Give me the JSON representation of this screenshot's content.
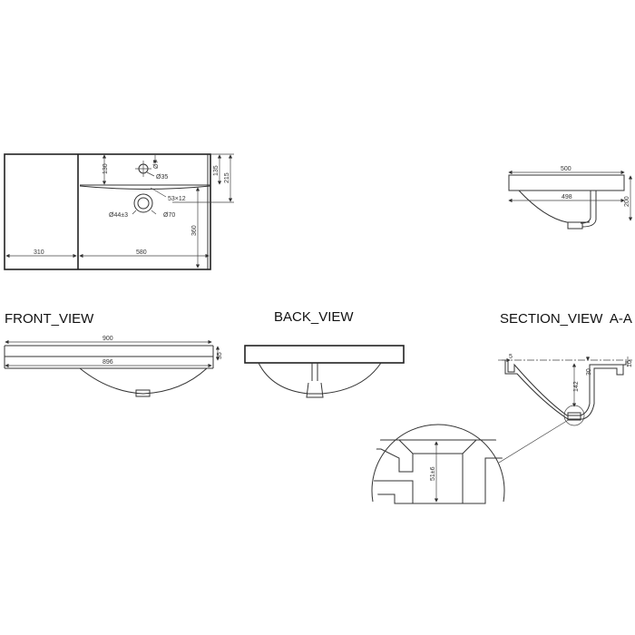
{
  "views": {
    "front_view_label": "FRONT_VIEW",
    "back_view_label": "BACK_VIEW",
    "section_view_label": "SECTION_VIEW  A-A"
  },
  "plan_dimensions": {
    "d130": "130",
    "d7": "Ø7",
    "d35": "Ø35",
    "d135": "135",
    "d215": "215",
    "d53x12": "53×12",
    "d44": "Ø44±3",
    "d70": "Ø70",
    "d360": "360",
    "d310": "310",
    "d580": "580"
  },
  "side_dimensions": {
    "d500": "500",
    "d498": "498",
    "d200": "200"
  },
  "front_dimensions": {
    "d900": "900",
    "d896": "896",
    "d55": "55"
  },
  "section_dimensions": {
    "d5": "5",
    "d142": "142",
    "d30": "30",
    "d10": "10",
    "detail": "51±6"
  }
}
